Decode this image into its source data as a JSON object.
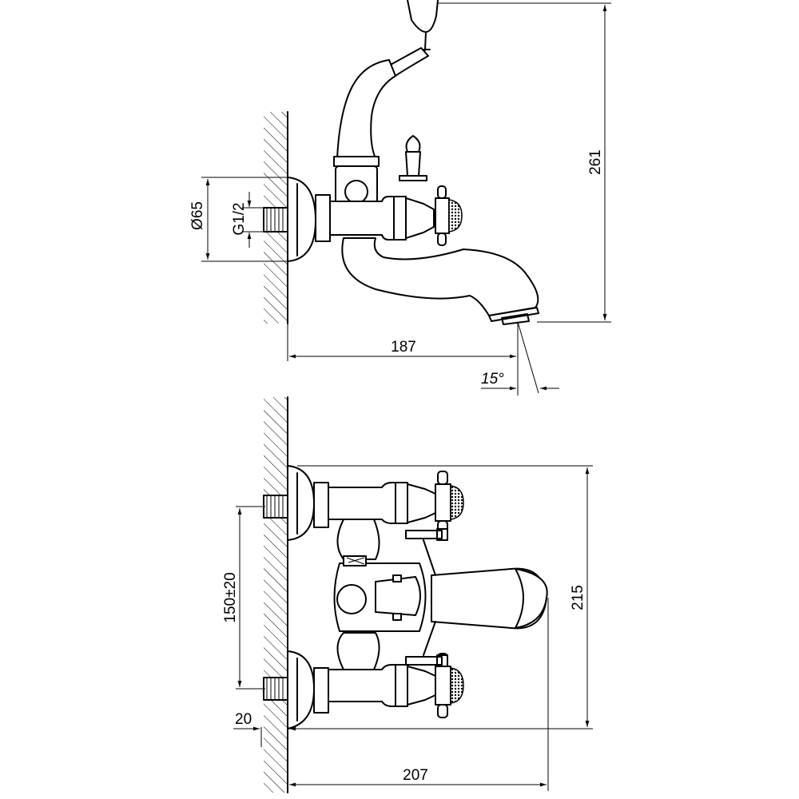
{
  "drawing": {
    "side_view": {
      "dim_height": "261",
      "dim_projection": "187",
      "dim_angle": "15°",
      "dim_flange_diameter": "Ø65",
      "dim_thread": "G1/2"
    },
    "front_view": {
      "dim_height": "215",
      "dim_width": "207",
      "dim_centers": "150±20",
      "dim_wall_gap": "20"
    }
  }
}
